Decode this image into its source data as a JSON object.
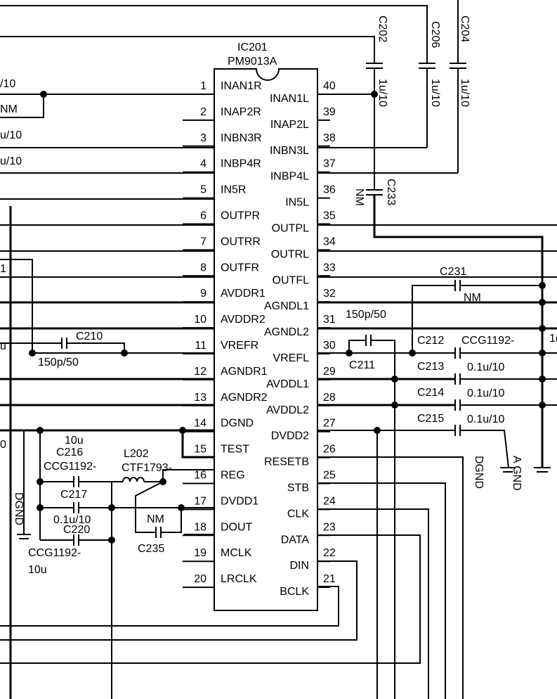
{
  "ic": {
    "ref": "IC201",
    "part": "PM9013A",
    "left_pins": [
      {
        "num": "1",
        "name": "INAN1R"
      },
      {
        "num": "2",
        "name": "INAP2R"
      },
      {
        "num": "3",
        "name": "INBN3R"
      },
      {
        "num": "4",
        "name": "INBP4R"
      },
      {
        "num": "5",
        "name": "IN5R"
      },
      {
        "num": "6",
        "name": "OUTPR"
      },
      {
        "num": "7",
        "name": "OUTRR"
      },
      {
        "num": "8",
        "name": "OUTFR"
      },
      {
        "num": "9",
        "name": "AVDDR1"
      },
      {
        "num": "10",
        "name": "AVDDR2"
      },
      {
        "num": "11",
        "name": "VREFR"
      },
      {
        "num": "12",
        "name": "AGNDR1"
      },
      {
        "num": "13",
        "name": "AGNDR2"
      },
      {
        "num": "14",
        "name": "DGND"
      },
      {
        "num": "15",
        "name": "TEST"
      },
      {
        "num": "16",
        "name": "REG"
      },
      {
        "num": "17",
        "name": "DVDD1"
      },
      {
        "num": "18",
        "name": "DOUT"
      },
      {
        "num": "19",
        "name": "MCLK"
      },
      {
        "num": "20",
        "name": "LRCLK"
      }
    ],
    "right_pins": [
      {
        "num": "40",
        "name": "INAN1L"
      },
      {
        "num": "39",
        "name": "INAP2L"
      },
      {
        "num": "38",
        "name": "INBN3L"
      },
      {
        "num": "37",
        "name": "INBP4L"
      },
      {
        "num": "36",
        "name": "IN5L"
      },
      {
        "num": "35",
        "name": "OUTPL"
      },
      {
        "num": "34",
        "name": "OUTRL"
      },
      {
        "num": "33",
        "name": "OUTFL"
      },
      {
        "num": "32",
        "name": "AGNDL1"
      },
      {
        "num": "31",
        "name": "AGNDL2"
      },
      {
        "num": "30",
        "name": "VREFL"
      },
      {
        "num": "29",
        "name": "AVDDL1"
      },
      {
        "num": "28",
        "name": "AVDDL2"
      },
      {
        "num": "27",
        "name": "DVDD2"
      },
      {
        "num": "26",
        "name": "RESETB"
      },
      {
        "num": "25",
        "name": "STB"
      },
      {
        "num": "24",
        "name": "CLK"
      },
      {
        "num": "23",
        "name": "DATA"
      },
      {
        "num": "22",
        "name": "DIN"
      },
      {
        "num": "21",
        "name": "BCLK"
      }
    ]
  },
  "top_caps": [
    {
      "ref": "C202",
      "value": "1u/10"
    },
    {
      "ref": "C206",
      "value": "1u/10"
    },
    {
      "ref": "C204",
      "value": "1u/10"
    }
  ],
  "c233": {
    "ref": "C233",
    "value": "NM"
  },
  "left_edge_labels": [
    "/10",
    "NM",
    "u/10",
    "u/10",
    "1",
    "u",
    "0"
  ],
  "right_caps": {
    "c231": {
      "ref": "C231",
      "value": "NM"
    },
    "c31_value": "150p/50",
    "c211": {
      "ref": "C211"
    },
    "c212": {
      "ref": "C212",
      "value": "CCG1192-"
    },
    "c213": {
      "ref": "C213",
      "value": "0.1u/10"
    },
    "c214": {
      "ref": "C214",
      "value": "0.1u/10"
    },
    "c215": {
      "ref": "C215",
      "value": "0.1u/10"
    },
    "right_edge": "1("
  },
  "grounds": {
    "dgnd_right": "DGND",
    "agnd_right": "A GND",
    "dgnd_left": "DGND"
  },
  "left_parts": {
    "c210": {
      "ref": "C210",
      "value": "150p/50"
    },
    "c216": {
      "ref": "C216",
      "value": "10u",
      "part": "CCG1192-"
    },
    "l202": {
      "ref": "L202",
      "part": "CTF1793-"
    },
    "c217": {
      "ref": "C217",
      "value": "0.1u/10"
    },
    "c220": {
      "ref": "C220",
      "part": "CCG1192-",
      "value": "10u"
    },
    "c235": {
      "ref": "C235",
      "value": "NM"
    }
  }
}
